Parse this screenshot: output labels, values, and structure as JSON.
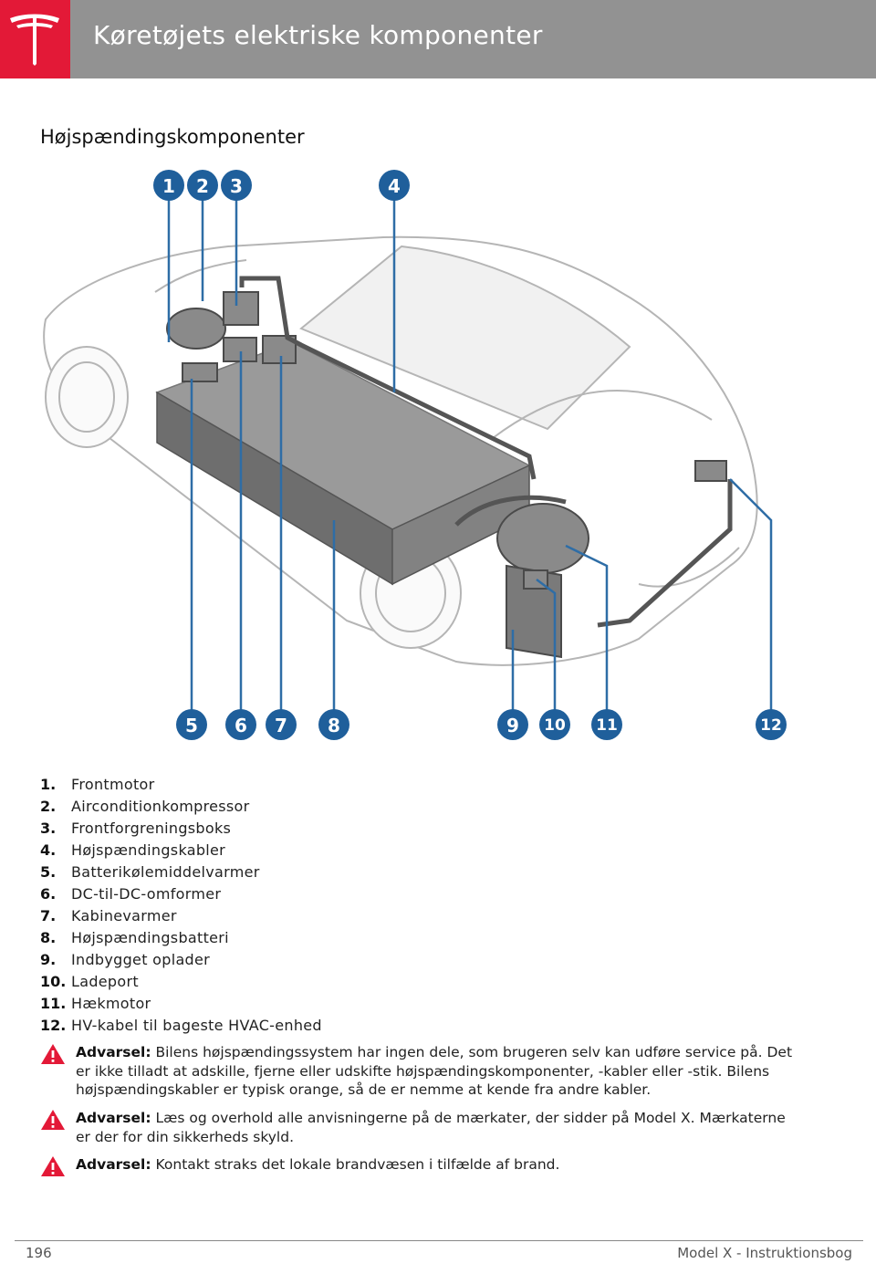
{
  "header": {
    "title": "Køretøjets elektriske komponenter"
  },
  "section": {
    "title": "Højspændingskomponenter"
  },
  "figure": {
    "callouts": [
      "1",
      "2",
      "3",
      "4",
      "5",
      "6",
      "7",
      "8",
      "9",
      "10",
      "11",
      "12"
    ]
  },
  "parts": [
    {
      "num": "1.",
      "label": "Frontmotor"
    },
    {
      "num": "2.",
      "label": "Airconditionkompressor"
    },
    {
      "num": "3.",
      "label": "Frontforgreningsboks"
    },
    {
      "num": "4.",
      "label": "Højspændingskabler"
    },
    {
      "num": "5.",
      "label": "Batterikølemiddelvarmer"
    },
    {
      "num": "6.",
      "label": "DC-til-DC-omformer"
    },
    {
      "num": "7.",
      "label": "Kabinevarmer"
    },
    {
      "num": "8.",
      "label": "Højspændingsbatteri"
    },
    {
      "num": "9.",
      "label": "Indbygget oplader"
    },
    {
      "num": "10.",
      "label": "Ladeport"
    },
    {
      "num": "11.",
      "label": "Hækmotor"
    },
    {
      "num": "12.",
      "label": "HV-kabel til bageste HVAC-enhed"
    }
  ],
  "warnings": [
    {
      "label": "Advarsel:",
      "text": " Bilens højspændingssystem har ingen dele, som brugeren selv kan udføre service på. Det er ikke tilladt at adskille, fjerne eller udskifte højspændingskomponenter, -kabler eller -stik. Bilens højspændingskabler er typisk orange, så de er nemme at kende fra andre kabler."
    },
    {
      "label": "Advarsel:",
      "text": " Læs og overhold alle anvisningerne på de mærkater, der sidder på Model X. Mærkaterne er der for din sikkerheds skyld."
    },
    {
      "label": "Advarsel:",
      "text": " Kontakt straks det lokale brandvæsen i tilfælde af brand."
    }
  ],
  "footer": {
    "page": "196",
    "doc": "Model X - Instruktionsbog"
  },
  "colors": {
    "header_bg": "#929292",
    "logo_bg": "#e31937",
    "callout": "#1f5f9b",
    "warning": "#e31937"
  }
}
